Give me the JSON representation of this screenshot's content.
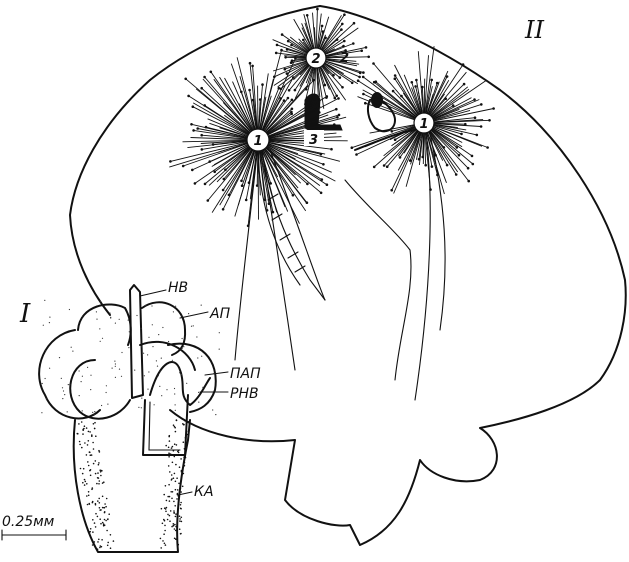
{
  "labels": {
    "panel_1": "I",
    "panel_2": "II",
    "hb": "НВ",
    "ap": "АП",
    "pap": "ПАП",
    "rnv": "РНВ",
    "ka": "КА",
    "scale": "0.25мм",
    "n1_left": "1",
    "n1_right": "1",
    "n2_circle": "2",
    "n2_side": "2",
    "n3": "3"
  },
  "colors": {
    "ink": "#111111",
    "paper": "#ffffff"
  }
}
